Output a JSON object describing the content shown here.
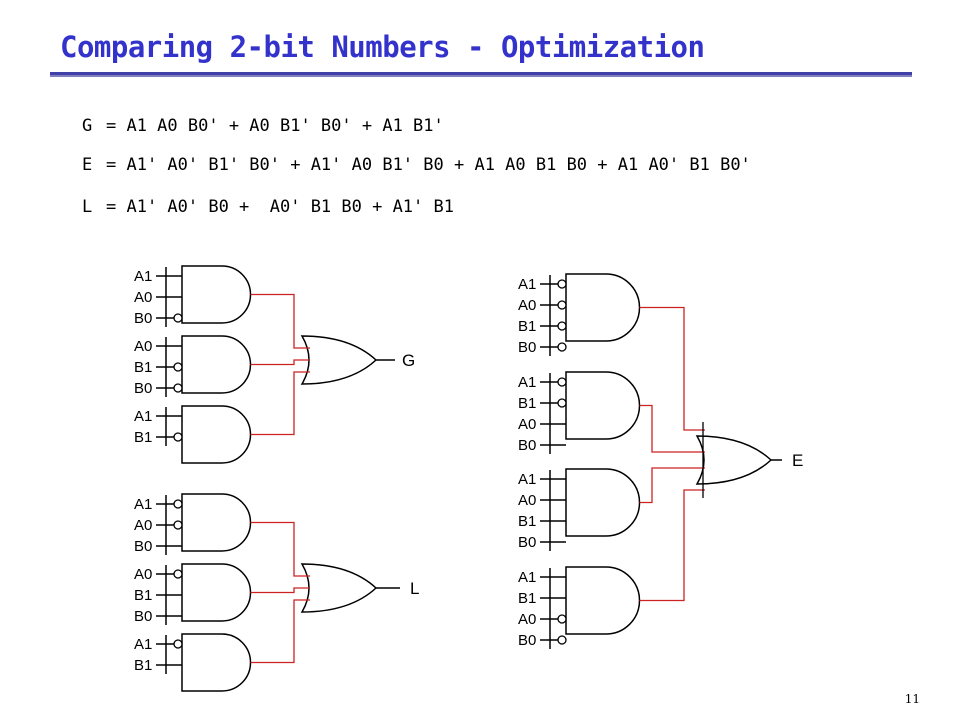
{
  "slide": {
    "title": "Comparing 2-bit Numbers - Optimization",
    "page_number": "11"
  },
  "equations": [
    {
      "name": "G",
      "expr": "= A1 A0 B0' + A0 B1' B0' + A1 B1'"
    },
    {
      "name": "E",
      "expr": "= A1' A0' B1' B0' + A1' A0 B1' B0 + A1 A0 B1 B0 + A1 A0' B1 B0'"
    },
    {
      "name": "L",
      "expr": "= A1' A0' B0 +  A0' B1 B0 + A1' B1"
    }
  ],
  "colors": {
    "wire": "#000000",
    "or_input_wire": "#cc2222",
    "title": "#3333cc",
    "rule": "#4040a8"
  },
  "circuits": [
    {
      "output": "G",
      "gates": [
        {
          "inputs": [
            {
              "label": "A1",
              "inverted": false
            },
            {
              "label": "A0",
              "inverted": false
            },
            {
              "label": "B0",
              "inverted": true
            }
          ]
        },
        {
          "inputs": [
            {
              "label": "A0",
              "inverted": false
            },
            {
              "label": "B1",
              "inverted": true
            },
            {
              "label": "B0",
              "inverted": true
            }
          ]
        },
        {
          "inputs": [
            {
              "label": "A1",
              "inverted": false
            },
            {
              "label": "B1",
              "inverted": true
            }
          ]
        }
      ]
    },
    {
      "output": "L",
      "gates": [
        {
          "inputs": [
            {
              "label": "A1",
              "inverted": true
            },
            {
              "label": "A0",
              "inverted": true
            },
            {
              "label": "B0",
              "inverted": false
            }
          ]
        },
        {
          "inputs": [
            {
              "label": "A0",
              "inverted": true
            },
            {
              "label": "B1",
              "inverted": false
            },
            {
              "label": "B0",
              "inverted": false
            }
          ]
        },
        {
          "inputs": [
            {
              "label": "A1",
              "inverted": true
            },
            {
              "label": "B1",
              "inverted": false
            }
          ]
        }
      ]
    },
    {
      "output": "E",
      "gates": [
        {
          "inputs": [
            {
              "label": "A1",
              "inverted": true
            },
            {
              "label": "A0",
              "inverted": true
            },
            {
              "label": "B1",
              "inverted": true
            },
            {
              "label": "B0",
              "inverted": true
            }
          ]
        },
        {
          "inputs": [
            {
              "label": "A1",
              "inverted": true
            },
            {
              "label": "B1",
              "inverted": true
            },
            {
              "label": "A0",
              "inverted": false
            },
            {
              "label": "B0",
              "inverted": false
            }
          ]
        },
        {
          "inputs": [
            {
              "label": "A1",
              "inverted": false
            },
            {
              "label": "A0",
              "inverted": false
            },
            {
              "label": "B1",
              "inverted": false
            },
            {
              "label": "B0",
              "inverted": false
            }
          ]
        },
        {
          "inputs": [
            {
              "label": "A1",
              "inverted": false
            },
            {
              "label": "B1",
              "inverted": false
            },
            {
              "label": "A0",
              "inverted": true
            },
            {
              "label": "B0",
              "inverted": true
            }
          ]
        }
      ]
    }
  ]
}
